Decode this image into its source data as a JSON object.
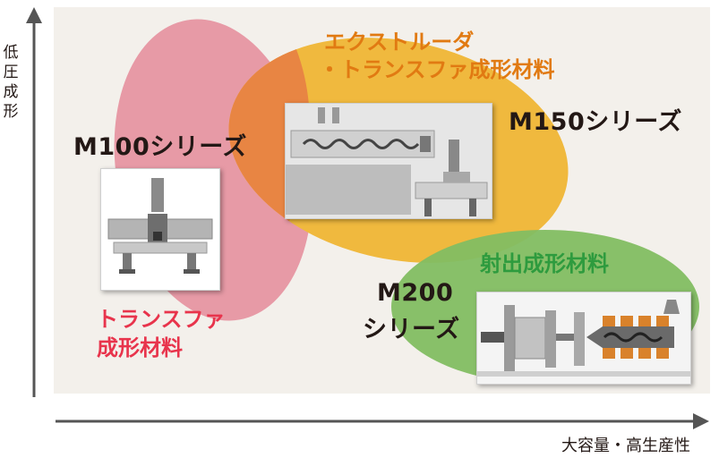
{
  "axes": {
    "y_label": "低圧成形",
    "x_label": "大容量・高生産性"
  },
  "series": {
    "m100": "M100シリーズ",
    "m150": "M150シリーズ",
    "m200_line1": "M200",
    "m200_line2": "シリーズ"
  },
  "materials": {
    "transfer_line1": "トランスファ",
    "transfer_line2": "成形材料",
    "extruder_line1": "エクストルーダ",
    "extruder_line2": "・トランスファ成形材料",
    "injection": "射出成形材料"
  },
  "colors": {
    "pink": "#e79aa6",
    "orange": "#f0b93e",
    "green": "#82bd62",
    "overlap": "#e88543",
    "transfer_text": "#e8344c",
    "extruder_text": "#e17a12",
    "injection_text": "#2e9b3e"
  }
}
